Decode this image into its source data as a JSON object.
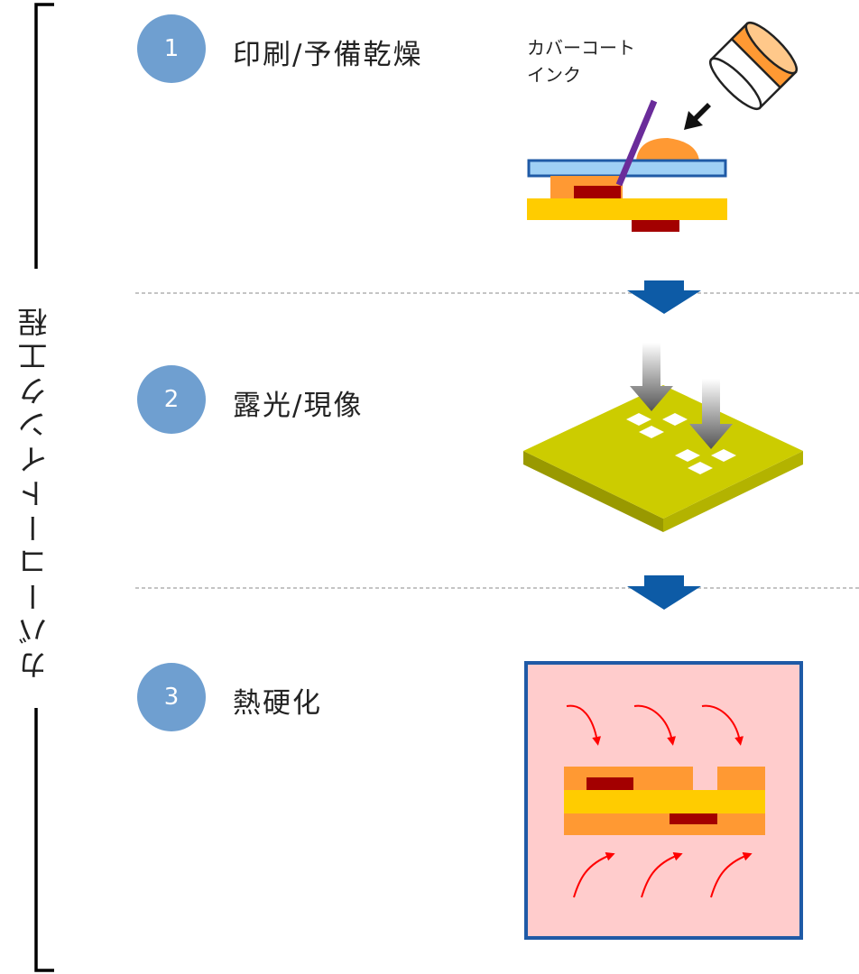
{
  "process_label": "カバーコートインク工程",
  "steps": [
    {
      "number": "1",
      "label": "印刷/予備乾燥"
    },
    {
      "number": "2",
      "label": "露光/現像"
    },
    {
      "number": "3",
      "label": "熱硬化"
    }
  ],
  "ink_label": {
    "line1": "カバーコート",
    "line2": "インク"
  },
  "colors": {
    "circle": "#6f9fd0",
    "flow_arrow": "#0d5ba6",
    "substrate_yellow": "#ffcc00",
    "ink_orange": "#ff9933",
    "copper_red": "#a30000",
    "screen_blue": "#9fd0f5",
    "squeegee_purple": "#6a2c9a",
    "panel_green": "#cccc00",
    "oven_bg": "#ffcccc",
    "oven_border": "#1f5aa6",
    "heat_arrow": "#ff0000"
  }
}
